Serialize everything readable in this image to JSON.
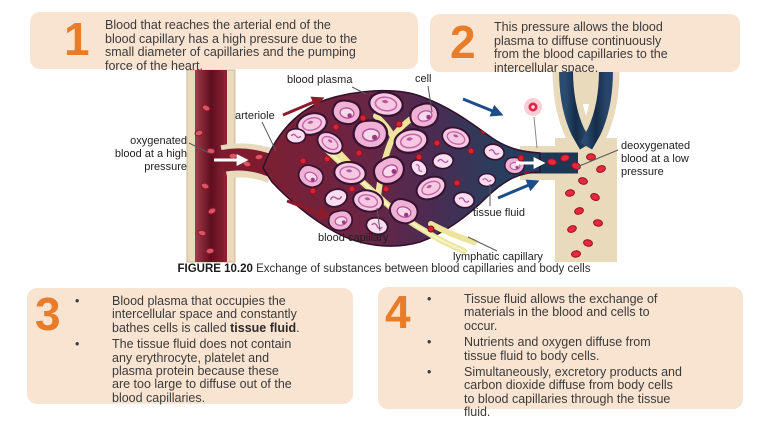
{
  "colors": {
    "accent_orange": "#e87c28",
    "note_box_bg": "#f9e3d1",
    "artery_red": "#7c1c2e",
    "vein_navy": "#1f3b5c",
    "cell_pink": "#f6c8e2",
    "lymph_yellow": "#ece59b"
  },
  "steps": [
    {
      "number": "1",
      "text": "Blood that reaches the arterial end of the\nblood capillary has a high pressure due to the\nsmall diameter of capillaries and the pumping\nforce of the heart."
    },
    {
      "number": "2",
      "text": "This pressure allows the blood\nplasma to diffuse continuously\nfrom the blood capillaries to the\nintercellular space."
    },
    {
      "number": "3",
      "bullet_glyph": "•",
      "bullets": [
        {
          "pre": "Blood plasma that occupies the\nintercellular space and constantly\nbathes cells is called ",
          "bold": "tissue fluid",
          "post": "."
        },
        {
          "pre": "The tissue fluid does not contain\nany erythrocyte, platelet and\nplasma protein because these\nare too large to diffuse out of the\nblood capillaries.",
          "bold": "",
          "post": ""
        }
      ]
    },
    {
      "number": "4",
      "bullet_glyph": "•",
      "bullets": [
        {
          "pre": "Tissue fluid allows the exchange of\nmaterials in the blood and cells to\noccur.",
          "bold": "",
          "post": ""
        },
        {
          "pre": "Nutrients and oxygen diffuse from\ntissue fluid to body cells.",
          "bold": "",
          "post": ""
        },
        {
          "pre": "Simultaneously, excretory products and\ncarbon dioxide diffuse from body cells\nto blood capillaries through the tissue\nfluid.",
          "bold": "",
          "post": ""
        }
      ]
    }
  ],
  "diagram": {
    "labels": {
      "blood_plasma": "blood plasma",
      "cell": "cell",
      "arteriole": "arteriole",
      "oxygenated": "oxygenated\nblood at a high\npressure",
      "deoxygenated": "deoxygenated\nblood at a low\npressure",
      "tissue_fluid": "tissue fluid",
      "blood_capillary": "blood capillary",
      "lymphatic_capillary": "lymphatic capillary"
    }
  },
  "caption": {
    "figure": "FIGURE 10.20",
    "text": " Exchange of substances between blood capillaries and body cells"
  }
}
